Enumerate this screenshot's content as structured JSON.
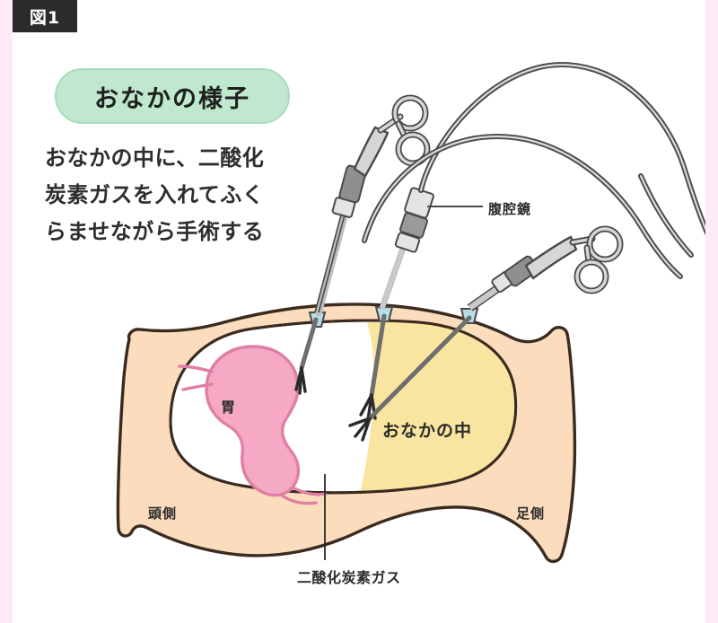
{
  "figure": {
    "badge_label": "図1",
    "heading": "おなかの様子",
    "description_lines": [
      "おなかの中に、二酸化",
      "炭素ガスを入れてふく",
      "らませながら手術する"
    ]
  },
  "labels": {
    "laparoscope": "腹腔鏡",
    "inside_abdomen": "おなかの中",
    "stomach": "胃",
    "head_side": "頭側",
    "foot_side": "足側",
    "carbon_dioxide_gas": "二酸化炭素ガス"
  },
  "colors": {
    "page_edge_pink": "#fceaf6",
    "badge_background": "#2b2b2b",
    "badge_text": "#ffffff",
    "heading_pill_fill": "#bfe8ce",
    "heading_pill_border": "#a9dcbc",
    "skin": "#fbdcbc",
    "skin_outline": "#3a2a20",
    "gas_yellow": "#fae5a0",
    "cavity_white": "#ffffff",
    "stomach_fill": "#f5a9c4",
    "stomach_outline": "#e07fa5",
    "instrument_shaft": "#6e6e6e",
    "instrument_outline": "#4a4a4a",
    "instrument_light": "#d6d6d6",
    "instrument_mid": "#9a9a9a",
    "trocar_port": "#b8dce8",
    "text_dark": "#2b2b2b"
  },
  "illustration": {
    "type": "medical-diagram",
    "subject": "laparoscopic surgery cross-section of insufflated abdomen",
    "instrument_count": 3,
    "trocar_port_count": 3,
    "elements": [
      "abdominal wall cross-section",
      "stomach organ",
      "carbon dioxide gas filled cavity",
      "three laparoscopic instruments with scissor ring handles",
      "laparoscope with flexible light cables"
    ]
  }
}
